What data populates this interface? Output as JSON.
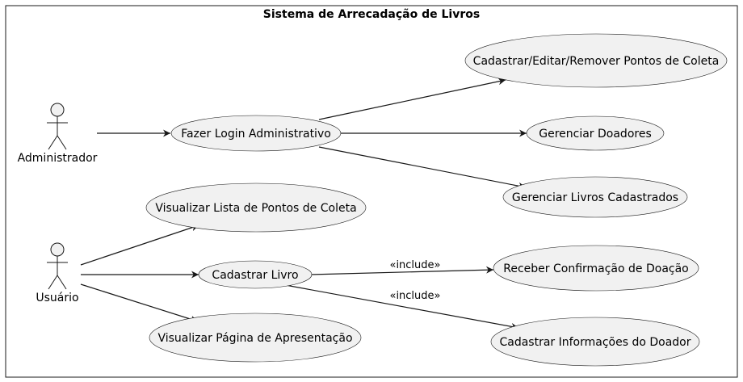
{
  "diagram": {
    "title": "Sistema de Arrecadação de Livros",
    "actors": {
      "admin": "Administrador",
      "user": "Usuário"
    },
    "use_cases": {
      "manage_points": "Cadastrar/Editar/Remover Pontos de Coleta",
      "admin_login": "Fazer Login Administrativo",
      "manage_donors": "Gerenciar Doadores",
      "manage_books": "Gerenciar Livros Cadastrados",
      "view_points": "Visualizar Lista de Pontos de Coleta",
      "register_book": "Cadastrar Livro",
      "receive_confirmation": "Receber Confirmação de Doação",
      "view_presentation": "Visualizar Página de Apresentação",
      "register_donor_info": "Cadastrar Informações do Doador"
    },
    "relations": {
      "include_1": "«include»",
      "include_2": "«include»"
    }
  }
}
